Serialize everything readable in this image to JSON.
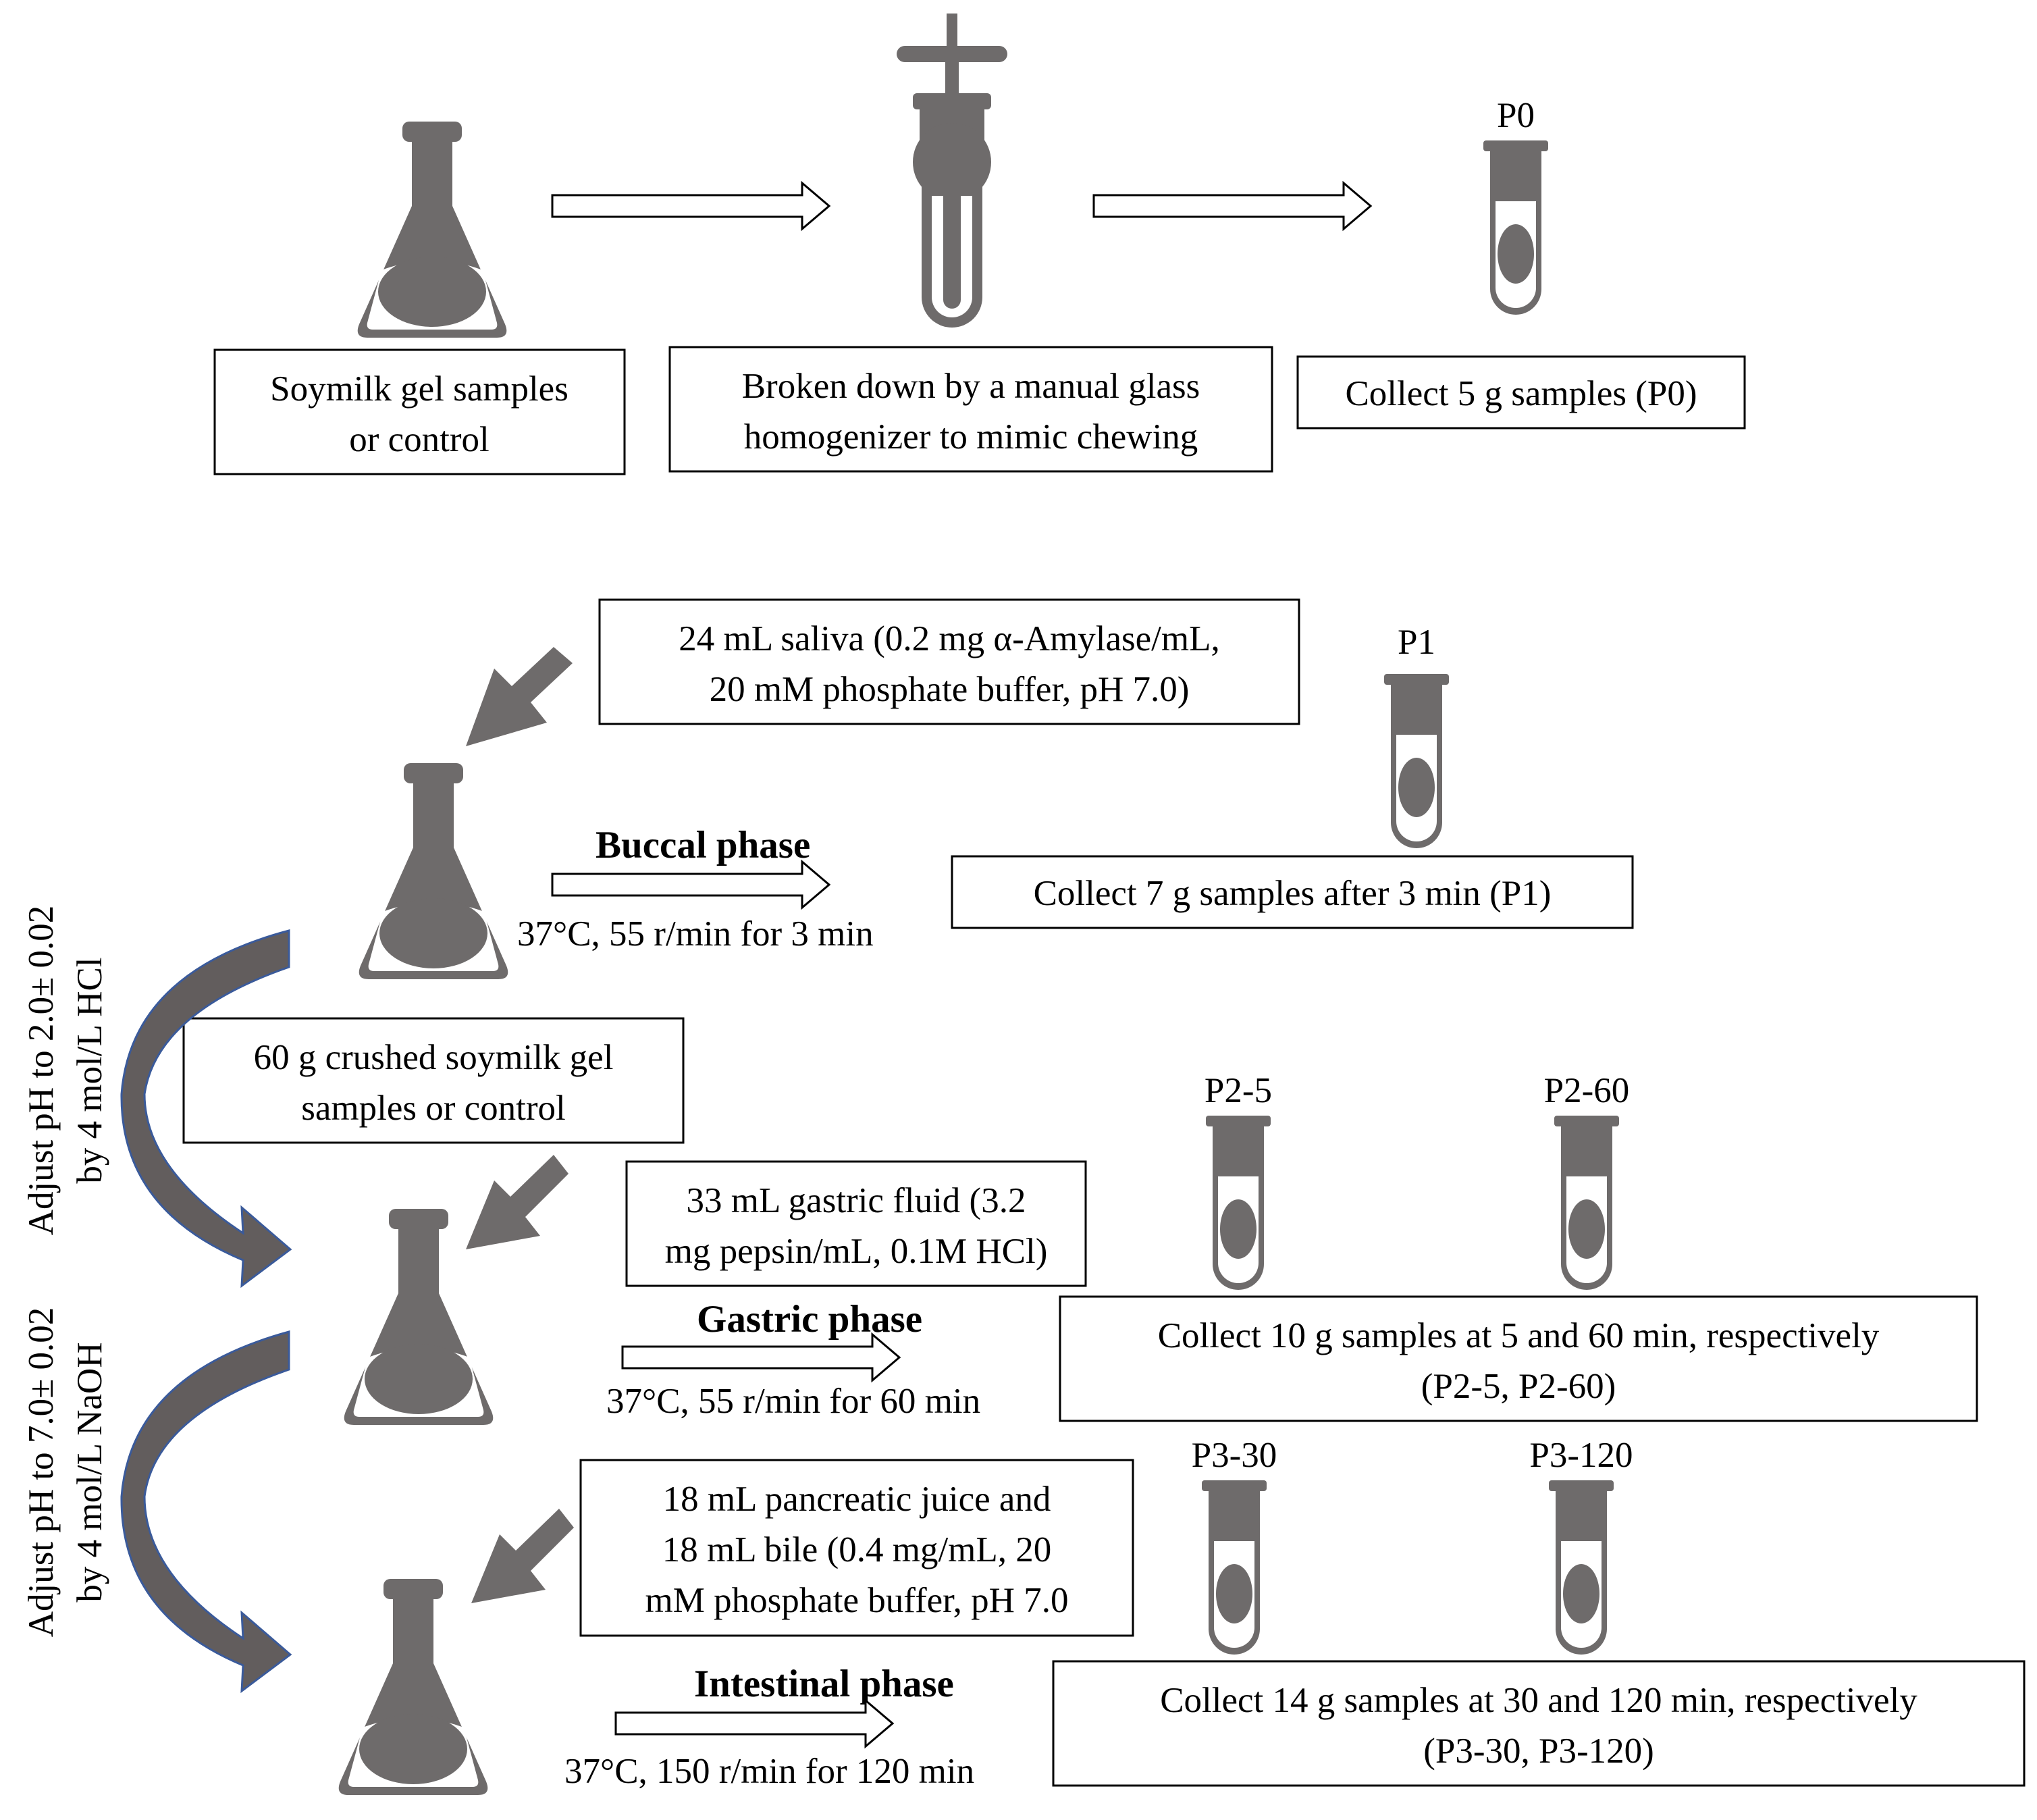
{
  "colors": {
    "icon": "#6e6b6b",
    "stroke": "#000000",
    "curve_edge": "#3a5a9a",
    "curve_fill": "#625d5d"
  },
  "icons": [
    "flask-icon",
    "homogenizer-icon",
    "test-tube-icon",
    "hollow-arrow-icon",
    "solid-arrow-icon",
    "curved-arrow-icon"
  ],
  "stage1": {
    "box1": [
      "Soymilk gel samples",
      "or control"
    ],
    "box2": [
      "Broken down by a manual glass",
      "homogenizer to mimic chewing"
    ],
    "box3": "Collect 5 g samples (P0)",
    "tube": "P0"
  },
  "buccal": {
    "reagent": [
      "24 mL saliva (0.2 mg α-Amylase/mL,",
      "20 mM phosphate buffer, pH 7.0)"
    ],
    "tube": "P1",
    "phase": "Buccal phase",
    "conditions": "37°C, 55 r/min for 3 min",
    "collect": "Collect 7 g samples  after 3 min (P1)",
    "crushed": [
      "60 g crushed soymilk gel",
      "samples or control"
    ]
  },
  "gastric": {
    "adjust": [
      "Adjust pH to 2.0± 0.02",
      "by 4 mol/L  HCl"
    ],
    "reagent": [
      "33 mL gastric fluid (3.2",
      "mg pepsin/mL, 0.1M HCl)"
    ],
    "tubes": [
      "P2-5",
      "P2-60"
    ],
    "phase": "Gastric phase",
    "conditions": "37°C, 55 r/min for 60 min",
    "collect": [
      "Collect 10 g samples  at 5 and 60 min, respectively",
      "(P2-5, P2-60)"
    ]
  },
  "intestinal": {
    "adjust": [
      "Adjust pH to 7.0± 0.02",
      "by 4 mol/L NaOH"
    ],
    "reagent": [
      "18 mL pancreatic juice and",
      "18 mL bile (0.4 mg/mL, 20",
      "mM phosphate buffer, pH 7.0"
    ],
    "tubes": [
      "P3-30",
      "P3-120"
    ],
    "phase": "Intestinal phase",
    "conditions": "37°C, 150 r/min for 120 min",
    "collect": [
      "Collect 14 g samples  at 30 and 120 min, respectively",
      "(P3-30, P3-120)"
    ]
  }
}
